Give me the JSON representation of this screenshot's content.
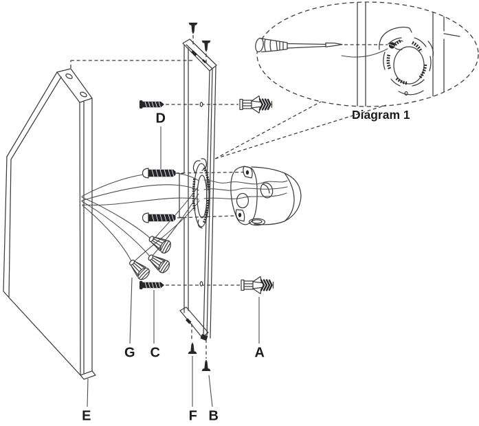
{
  "diagram": {
    "caption": "Diagram 1",
    "labels": {
      "A": "A",
      "B": "B",
      "C": "C",
      "D": "D",
      "E": "E",
      "F": "F",
      "G": "G"
    }
  }
}
